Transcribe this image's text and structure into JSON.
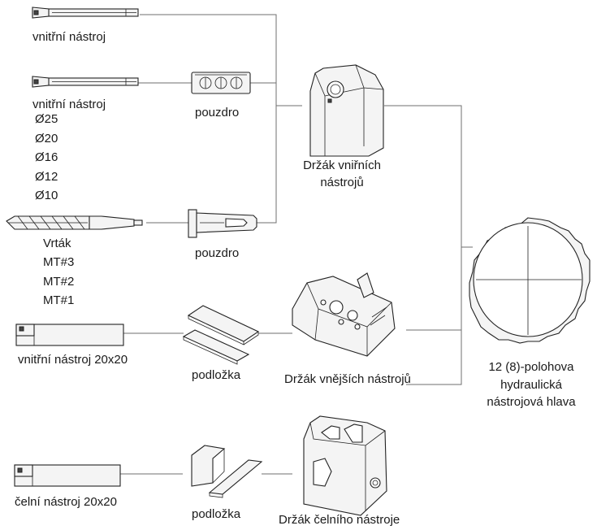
{
  "labels": {
    "inner_tool_1": "vnitřní nástroj",
    "inner_tool_2": "vnitřní nástroj",
    "sleeve_1": "pouzdro",
    "sleeve_2": "pouzdro",
    "holder_inner_line1": "Držák vniřních",
    "holder_inner_line2": "nástrojů",
    "drill": "Vrták",
    "outer_tool": "vnitřní nástroj 20x20",
    "shim_1": "podložka",
    "holder_outer": "Držák vnějších nástrojů",
    "face_tool": "čelní nástroj 20x20",
    "shim_2": "podložka",
    "holder_face": "Držák  čelního nástroje",
    "turret_line1": "12 (8)-polohova",
    "turret_line2": "hydraulická",
    "turret_line3": "nástrojová hlava"
  },
  "diameters": [
    "Ø25",
    "Ø20",
    "Ø16",
    "Ø12",
    "Ø10"
  ],
  "morse_tapers": [
    "MT#3",
    "MT#2",
    "MT#1"
  ]
}
